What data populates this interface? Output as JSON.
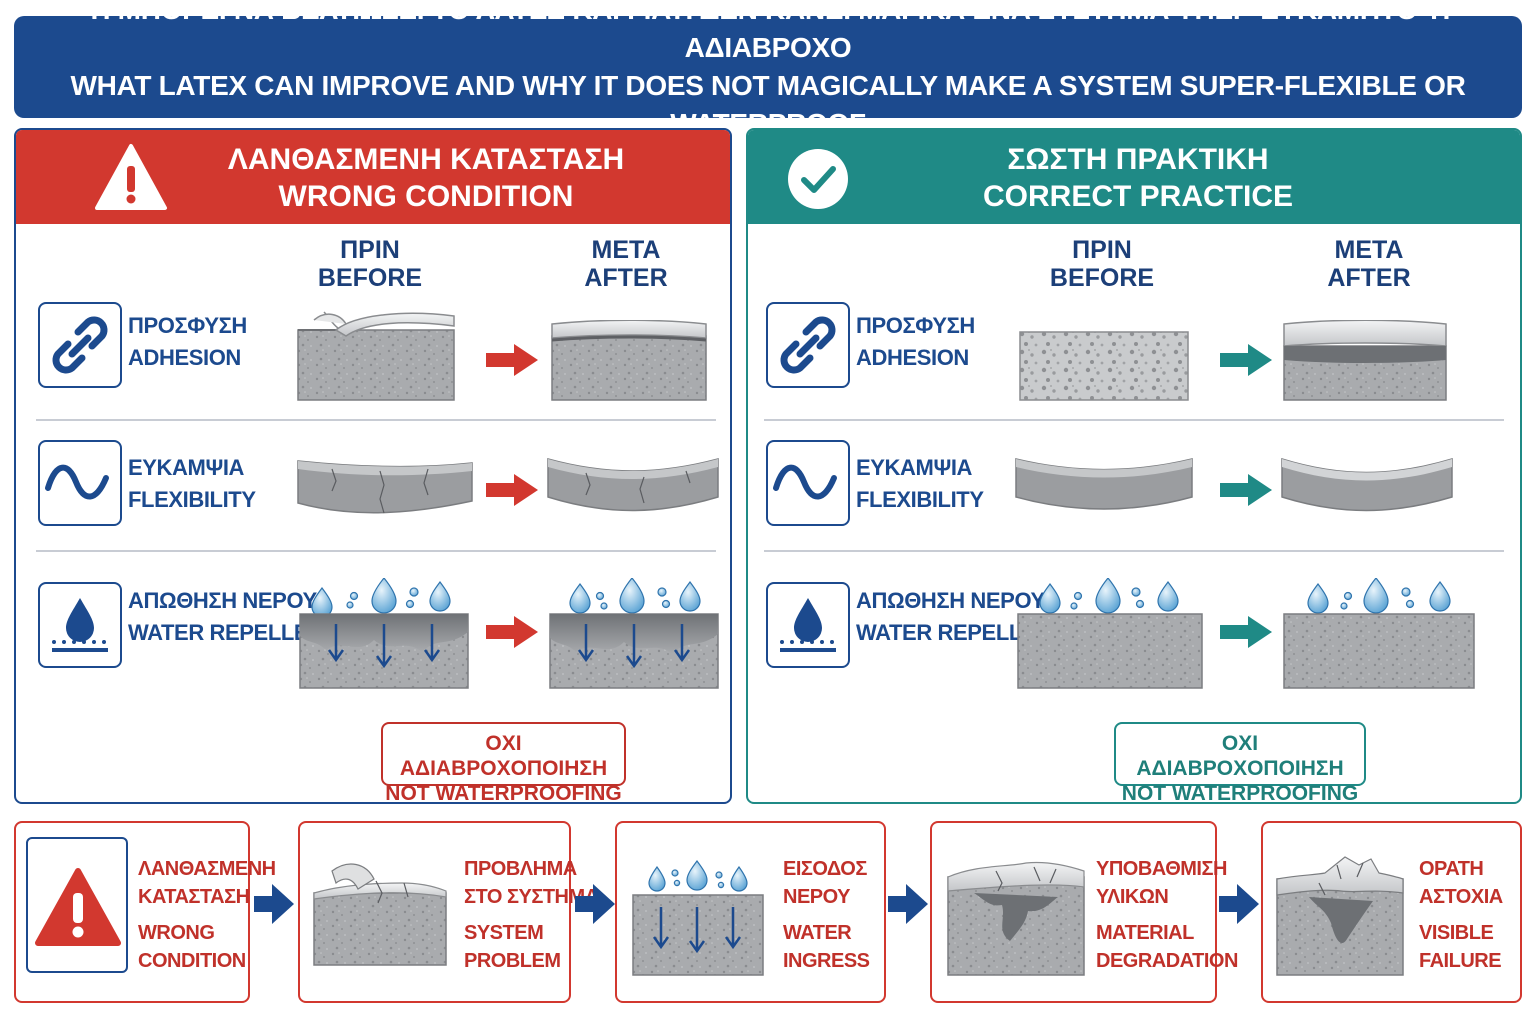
{
  "header": {
    "title_greek": "ΤΙ ΜΠΟΡΕΙ ΝΑ ΒΕΛΤΙΩΣΕΙ ΤΟ ΛΑΤΕΞ ΚΑΙ ΓΙΑΤΙ ΔΕΝ ΚΑΝΕΙ ΜΑΓΙΚΑ ΕΝΑ ΣΥΣΤΗΜΑ ΥΠΕΡ-ΕΥΚΑΜΠΤΟ Ή ΑΔΙΑΒΡΟΧΟ",
    "title_english": "WHAT LATEX CAN IMPROVE AND WHY IT DOES NOT MAGICALLY MAKE A SYSTEM SUPER-FLEXIBLE OR WATERPROOF"
  },
  "wrong_panel": {
    "title_greek": "ΛΑΝΘΑΣΜΕΝΗ ΚΑΤΑΣΤΑΣΗ",
    "title_english": "WRONG CONDITION",
    "icon": "warning-triangle-icon",
    "before_greek": "ΠΡΙΝ",
    "before_english": "BEFORE",
    "after_greek": "ΜΕΤΑ",
    "after_english": "AFTER",
    "rows": [
      {
        "label_greek": "ΠΡΟΣΦΥΣΗ",
        "label_english": "ADHESION",
        "icon": "chain-link-icon"
      },
      {
        "label_greek": "ΕΥΚΑΜΨΙΑ",
        "label_english": "FLEXIBILITY",
        "icon": "wave-icon"
      },
      {
        "label_greek": "ΑΠΩΘΗΣΗ ΝΕΡΟΥ",
        "label_english": "WATER REPELLENCY",
        "icon": "water-drop-icon"
      }
    ],
    "badge_greek": "ΟΧΙ ΑΔΙΑΒΡΟΧΟΠΟΙΗΣΗ",
    "badge_english": "NOT WATERPROOFING",
    "accent_color": "#d2382f"
  },
  "correct_panel": {
    "title_greek": "ΣΩΣΤΗ ΠΡΑΚΤΙΚΗ",
    "title_english": "CORRECT PRACTICE",
    "icon": "check-circle-icon",
    "before_greek": "ΠΡΙΝ",
    "before_english": "BEFORE",
    "after_greek": "ΜΕΤΑ",
    "after_english": "AFTER",
    "rows": [
      {
        "label_greek": "ΠΡΟΣΦΥΣΗ",
        "label_english": "ADHESION",
        "icon": "chain-link-icon"
      },
      {
        "label_greek": "ΕΥΚΑΜΨΙΑ",
        "label_english": "FLEXIBILITY",
        "icon": "wave-icon"
      },
      {
        "label_greek": "ΑΠΩΘΗΣΗ ΝΕΡΟΥ",
        "label_english": "WATER REPELLENCY",
        "icon": "water-drop-icon"
      }
    ],
    "badge_greek": "ΟΧΙ ΑΔΙΑΒΡΟΧΟΠΟΙΗΣΗ",
    "badge_english": "NOT WATERPROOFING",
    "accent_color": "#1f8a86"
  },
  "flow": [
    {
      "greek_1": "ΛΑΝΘΑΣΜΕΝΗ",
      "greek_2": "ΚΑΤΑΣΤΑΣΗ",
      "english_1": "WRONG",
      "english_2": "CONDITION",
      "icon": "warning-triangle-icon"
    },
    {
      "greek_1": "ΠΡΟΒΛΗΜΑ",
      "greek_2": "ΣΤΟ ΣΥΣΤΗΜΑ",
      "english_1": "SYSTEM",
      "english_2": "PROBLEM",
      "icon": "peeling-surface-icon"
    },
    {
      "greek_1": "ΕΙΣΟΔΟΣ",
      "greek_2": "ΝΕΡΟΥ",
      "english_1": "WATER",
      "english_2": "INGRESS",
      "icon": "water-ingress-icon"
    },
    {
      "greek_1": "ΥΠΟΒΑΘΜΙΣΗ",
      "greek_2": "ΥΛΙΚΩΝ",
      "english_1": "MATERIAL",
      "english_2": "DEGRADATION",
      "icon": "material-degradation-icon"
    },
    {
      "greek_1": "ΟΡΑΤΗ",
      "greek_2": "ΑΣΤΟΧΙΑ",
      "english_1": "VISIBLE",
      "english_2": "FAILURE",
      "icon": "visible-failure-icon"
    }
  ],
  "colors": {
    "navy": "#1c4a8e",
    "red": "#d2382f",
    "teal": "#1f8a86",
    "concrete": "#a9abae"
  }
}
